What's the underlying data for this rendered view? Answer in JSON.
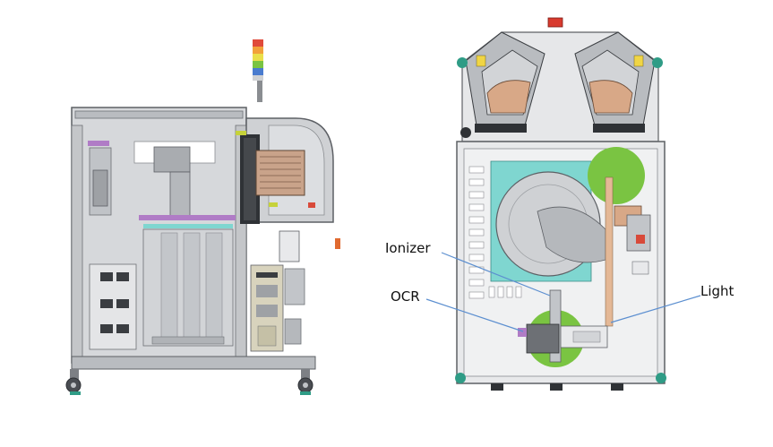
{
  "callouts": {
    "ionizer": "Ionizer",
    "ocr": "OCR",
    "light": "Light"
  },
  "colors": {
    "frame_grey": "#c9cbce",
    "frame_dark": "#6d7075",
    "teal": "#7fd6d0",
    "green": "#7ac442",
    "purple": "#b07cc6",
    "tan": "#e4b896",
    "leader_blue": "#5c8fd0"
  }
}
